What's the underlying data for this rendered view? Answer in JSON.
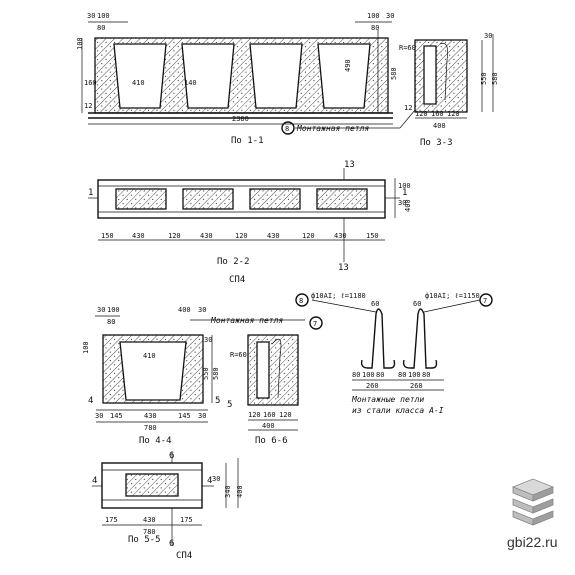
{
  "drawing": {
    "section_1_1": {
      "caption": "По 1-1",
      "dims_top": [
        "30",
        "100",
        "80",
        "100",
        "30",
        "80"
      ],
      "dims_left": [
        "100",
        "160",
        "12"
      ],
      "dims_inner": [
        "410",
        "140",
        "490"
      ],
      "dims_right": [
        "580",
        "12"
      ],
      "length": "2380",
      "marker": "8",
      "callout": "Монтажная петля"
    },
    "section_3_3": {
      "caption": "По 3-3",
      "radius": "R=60",
      "dims_right": [
        "30",
        "550",
        "580"
      ],
      "dims_bottom": [
        "120",
        "160",
        "120",
        "400"
      ]
    },
    "plan_sp4_top": {
      "section_mark": "13",
      "cut_left": "1",
      "cut_right": "1",
      "dims_bottom": [
        "150",
        "430",
        "120",
        "430",
        "120",
        "430",
        "120",
        "430",
        "150"
      ],
      "dims_right": [
        "100",
        "30",
        "400"
      ],
      "caption": "По 2-2",
      "title": "СП4"
    },
    "section_4_4": {
      "caption": "По 4-4",
      "dims_top": [
        "30",
        "100",
        "80",
        "400",
        "30"
      ],
      "dims_inner": [
        "410",
        "100"
      ],
      "callout": "Монтажная петля",
      "marker": "7",
      "dims_right": [
        "30",
        "550",
        "580"
      ],
      "cut_marks": [
        "4",
        "5",
        "5"
      ],
      "dims_bottom": [
        "30",
        "145",
        "430",
        "145",
        "30",
        "780"
      ]
    },
    "section_6_6": {
      "caption": "По 6-6",
      "radius": "R=60",
      "dims_bottom": [
        "120",
        "160",
        "120",
        "400"
      ]
    },
    "loops": {
      "loop8_label": "ф10АI; ℓ=1180",
      "loop8_marker": "8",
      "loop7_label": "ф10АI; ℓ=1150",
      "loop7_marker": "7",
      "dims_top": [
        "60",
        "60"
      ],
      "dims_bottom": [
        "80",
        "100",
        "80",
        "80",
        "100",
        "80",
        "260",
        "260"
      ],
      "caption_line1": "Монтажные петли",
      "caption_line2": "из стали класса А-I"
    },
    "plan_sp4_bottom": {
      "section_mark": "6",
      "cut_marks": [
        "4",
        "4"
      ],
      "dims_right": [
        "30",
        "340",
        "400"
      ],
      "dims_bottom": [
        "175",
        "430",
        "175",
        "780"
      ],
      "caption": "По 5-5",
      "title": "СП4"
    }
  },
  "site": {
    "label": "gbi22.ru"
  }
}
